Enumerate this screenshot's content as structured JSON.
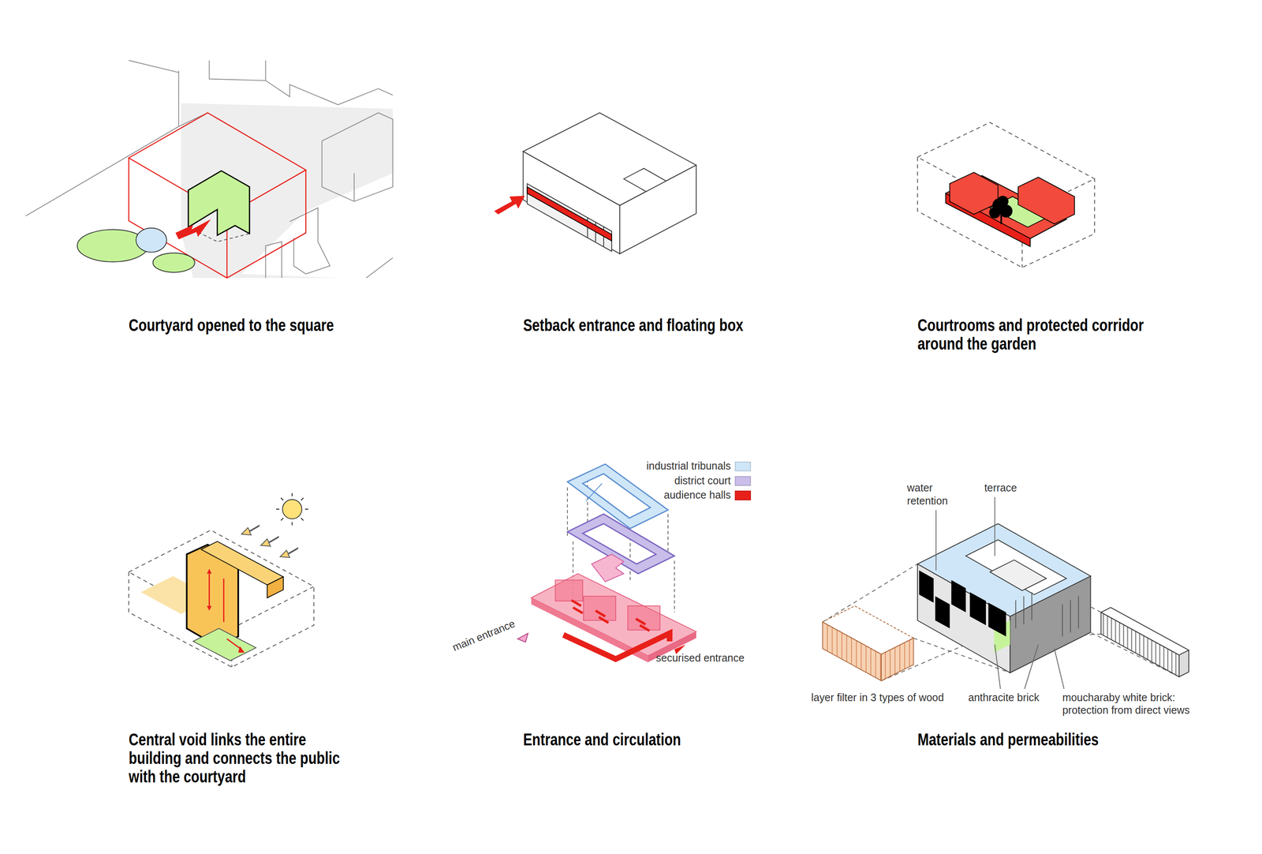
{
  "diagram": {
    "labels": [
      "Courtyard opened to the square",
      "Setback entrance and floating box",
      "Courtrooms and protected corridor around the garden",
      "Central void links the entire building and connects the public with the courtyard",
      "Entrance and circulation",
      "Materials and permeabilities",
      "main entrance",
      "securised entrance",
      "water retention",
      "terrace",
      "layer filter in 3 types of wood",
      "anthracite brick",
      "moucharaby white brick: protection from direct views"
    ],
    "legend": [
      {
        "text": "industrial tribunals",
        "color": "#cfe6f8"
      },
      {
        "text": "district court",
        "color": "#c9bde9"
      },
      {
        "text": "audience halls",
        "color": "#e8201a"
      }
    ]
  }
}
